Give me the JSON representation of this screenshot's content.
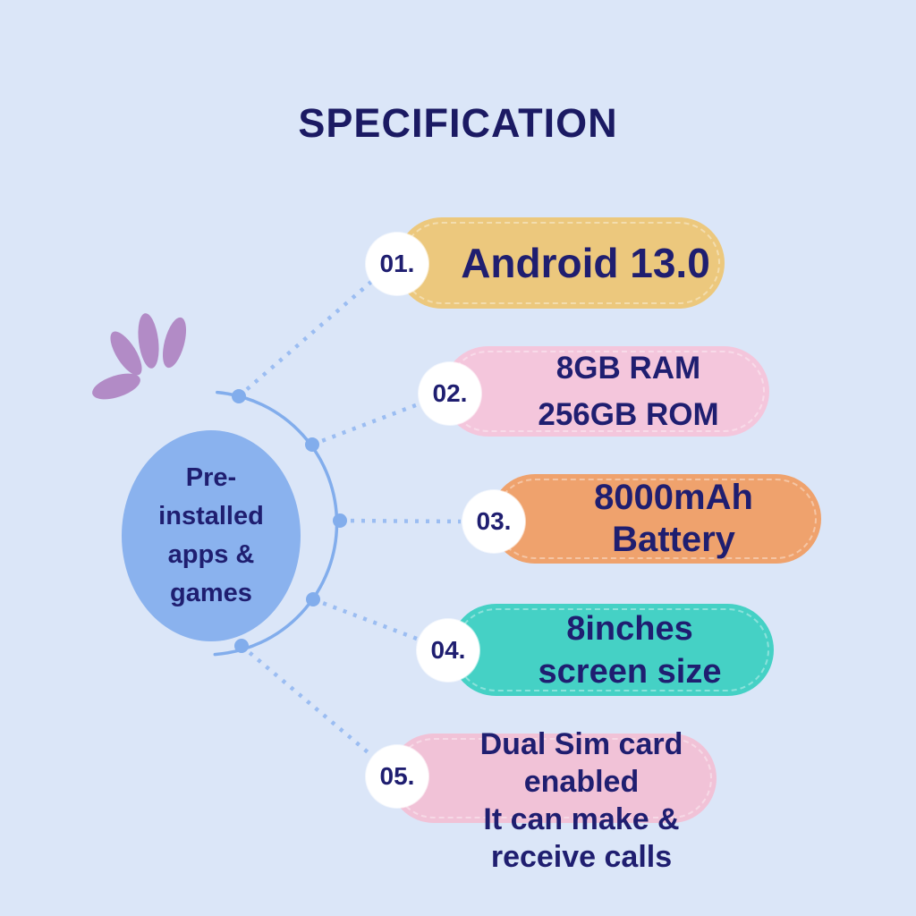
{
  "title": "SPECIFICATION",
  "center": {
    "lines": [
      "Pre-",
      "installed",
      "apps &",
      "games"
    ]
  },
  "items": [
    {
      "number": "01.",
      "color": "#ecc87d",
      "lines": [
        "Android 13.0"
      ]
    },
    {
      "number": "02.",
      "color": "#f4c6dc",
      "lines": [
        "8GB RAM",
        "256GB  ROM"
      ]
    },
    {
      "number": "03.",
      "color": "#efa26d",
      "lines": [
        "8000mAh",
        "Battery"
      ]
    },
    {
      "number": "04.",
      "color": "#45d1c5",
      "lines": [
        "8inches",
        "screen size"
      ]
    },
    {
      "number": "05.",
      "color": "#f1c2d7",
      "lines": [
        "Dual Sim card",
        "enabled",
        "It can make &",
        "receive calls"
      ]
    }
  ],
  "colors": {
    "bg": "#dbe6f8",
    "navy": "#1f1e70",
    "navy-deep": "#1b1a63",
    "arc": "#82adec",
    "dots": "#9bbdf2",
    "center-fill": "#8ab2ee",
    "petal": "#b28bc6",
    "badge": "#ffffff"
  }
}
